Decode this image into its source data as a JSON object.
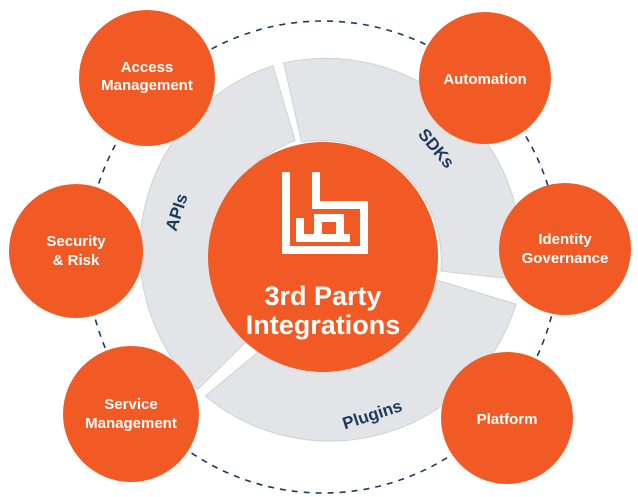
{
  "center": {
    "line1": "3rd Party",
    "line2": "Integrations",
    "logo_icon": "bd-logo-icon"
  },
  "ring_segments": {
    "apis": "APIs",
    "sdks": "SDKs",
    "plugins": "Plugins"
  },
  "nodes": {
    "access_management": {
      "line1": "Access",
      "line2": "Management"
    },
    "automation": {
      "line1": "Automation"
    },
    "security_risk": {
      "line1": "Security",
      "line2": "& Risk"
    },
    "identity_governance": {
      "line1": "Identity",
      "line2": "Governance"
    },
    "service_management": {
      "line1": "Service",
      "line2": "Management"
    },
    "platform": {
      "line1": "Platform"
    }
  },
  "colors": {
    "orange": "#f15a24",
    "ring_gray": "#e3e4e7",
    "navy": "#1c3a5e",
    "white": "#ffffff"
  }
}
